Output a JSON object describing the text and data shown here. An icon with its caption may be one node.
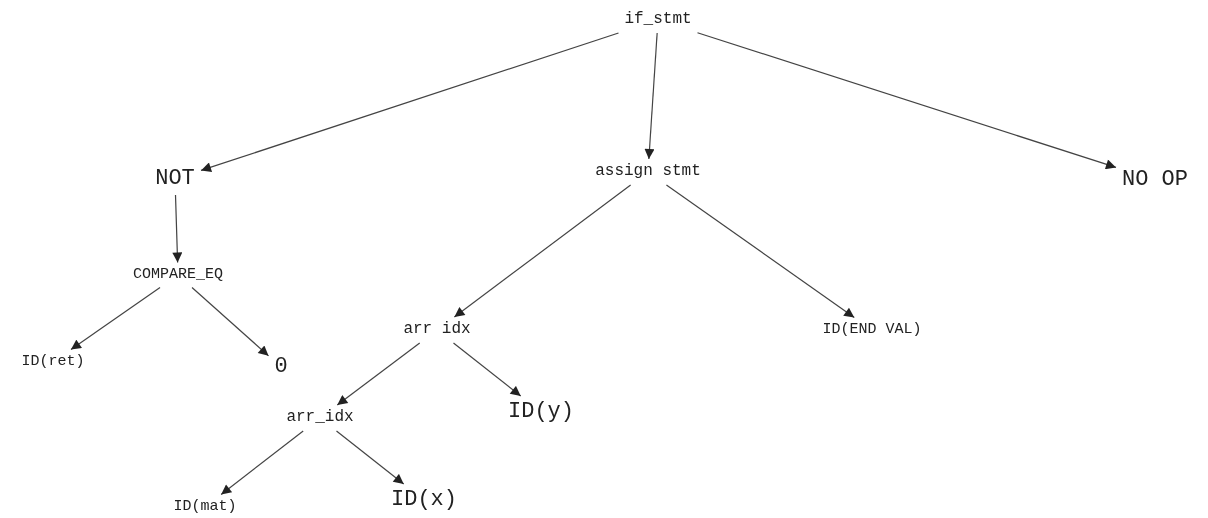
{
  "diagram": {
    "nodes": [
      {
        "text": [
          "if_stmt"
        ]
      },
      {
        "text": [
          "NOT"
        ]
      },
      {
        "text": [
          "assign stmt"
        ]
      },
      {
        "text": [
          "NO OP"
        ]
      },
      {
        "text": [
          "COMPARE_EQ"
        ]
      },
      {
        "text": [
          "ID(ret)"
        ]
      },
      {
        "text": [
          "0"
        ]
      },
      {
        "text": [
          "arr idx"
        ]
      },
      {
        "text": [
          "ID(END VAL)"
        ]
      },
      {
        "text": [
          "arr_idx"
        ]
      },
      {
        "text": [
          "ID(y)"
        ]
      },
      {
        "text": [
          "ID(mat)"
        ]
      },
      {
        "text": [
          "ID(x)"
        ]
      }
    ],
    "edges": [
      {
        "from": 0,
        "to": 1,
        "arrow": "to"
      },
      {
        "from": 0,
        "to": 2,
        "arrow": "to"
      },
      {
        "from": 0,
        "to": 3,
        "arrow": "to"
      },
      {
        "from": 1,
        "to": 4,
        "arrow": "to"
      },
      {
        "from": 4,
        "to": 5,
        "arrow": "to"
      },
      {
        "from": 4,
        "to": 6,
        "arrow": "to"
      },
      {
        "from": 2,
        "to": 7,
        "arrow": "to"
      },
      {
        "from": 2,
        "to": 8,
        "arrow": "to"
      },
      {
        "from": 7,
        "to": 9,
        "arrow": "to"
      },
      {
        "from": 7,
        "to": 10,
        "arrow": "to"
      },
      {
        "from": 9,
        "to": 11,
        "arrow": "to"
      },
      {
        "from": 9,
        "to": 12,
        "arrow": "to"
      }
    ]
  }
}
